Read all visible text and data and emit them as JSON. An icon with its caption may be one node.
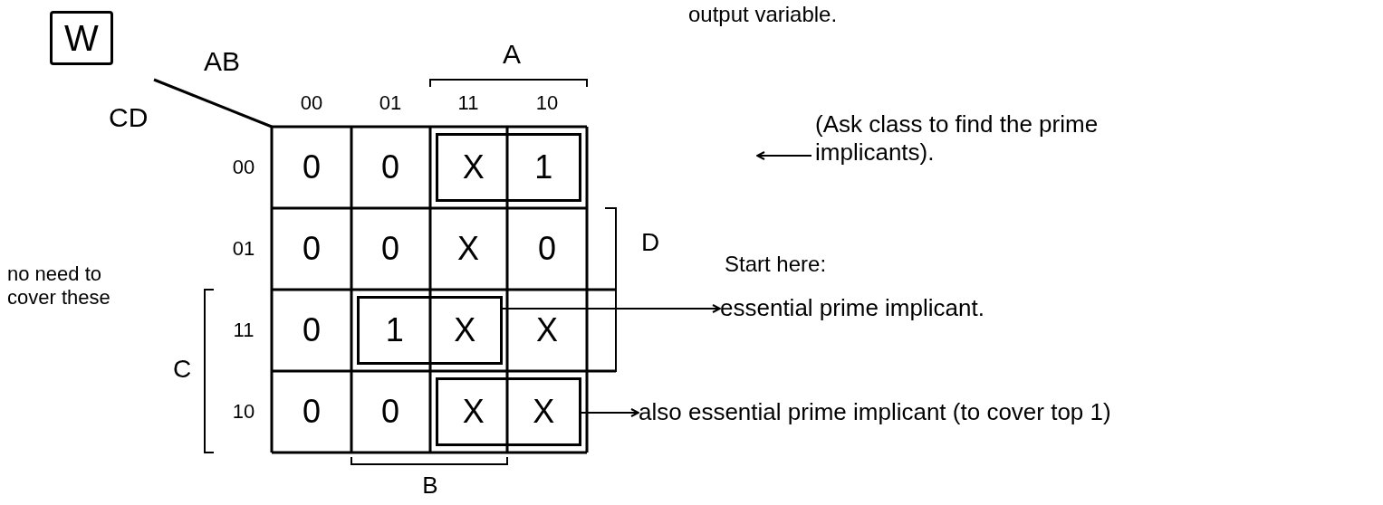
{
  "diagram": {
    "nodes": [
      {
        "text": [
          "W"
        ]
      },
      {
        "text": [
          "X",
          "1"
        ]
      },
      {
        "text": [
          "1",
          "X"
        ]
      },
      {
        "text": [
          "X",
          "X"
        ]
      },
      {
        "text": [
          "essential prime implicant."
        ]
      },
      {
        "text": [
          "also essential prime implicant (to cover top 1)"
        ]
      },
      {
        "text": [
          "(Ask class to find the prime implicants)."
        ]
      }
    ],
    "edges": [
      {
        "from": 2,
        "to": 4,
        "arrow": "to"
      },
      {
        "from": 3,
        "to": 5,
        "arrow": "to"
      },
      {
        "from": 6,
        "to": null,
        "arrow": "to"
      }
    ],
    "labels": [
      "output variable.",
      "AB",
      "A",
      "CD",
      "00",
      "01",
      "11",
      "10",
      "00",
      "0",
      "0",
      "01",
      "0",
      "0",
      "X",
      "0",
      "D",
      "Start here:",
      "no need to cover these",
      "11",
      "0",
      "X",
      "C",
      "10",
      "0",
      "0",
      "B"
    ]
  }
}
